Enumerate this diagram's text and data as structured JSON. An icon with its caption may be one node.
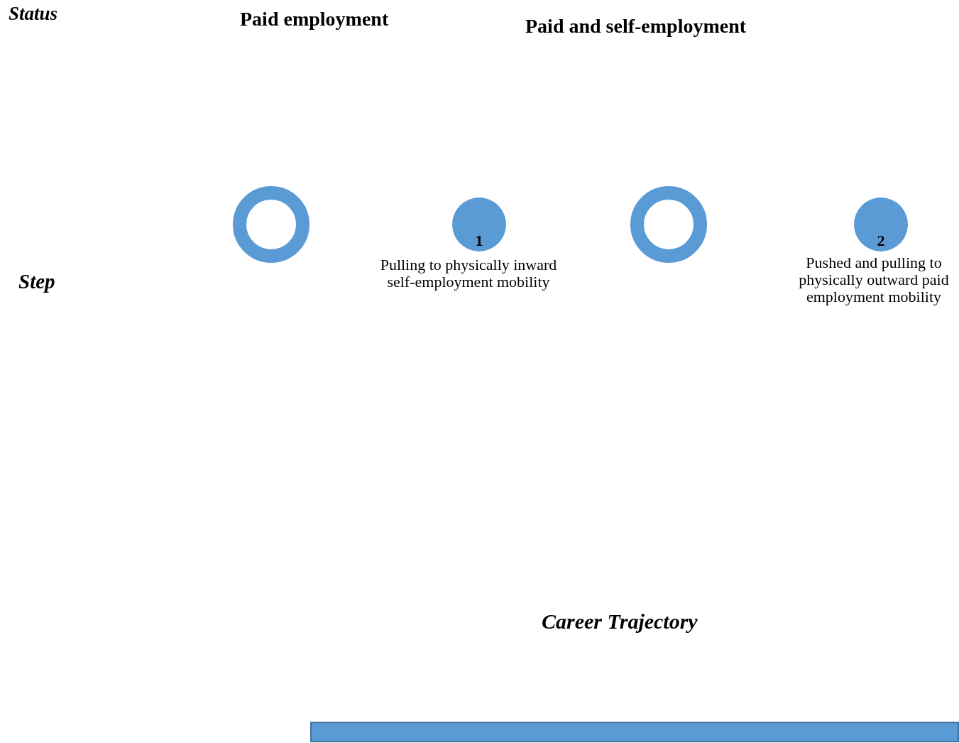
{
  "diagram": {
    "nodes": [
      {
        "text": [],
        "shape": "circle"
      },
      {
        "text": [
          "1"
        ],
        "beside": [
          "Pulling to physically inward self-employment mobility"
        ]
      },
      {
        "text": [],
        "shape": "circle"
      },
      {
        "text": [
          "2"
        ],
        "beside": [
          "Pushed and pulling to physically outward paid employment mobility"
        ]
      },
      {
        "text": [],
        "shape": "bar"
      }
    ],
    "edges": [],
    "labels": [
      "Status",
      "Paid employment",
      "Paid and self-employment",
      "Step",
      "Career Trajectory"
    ]
  }
}
